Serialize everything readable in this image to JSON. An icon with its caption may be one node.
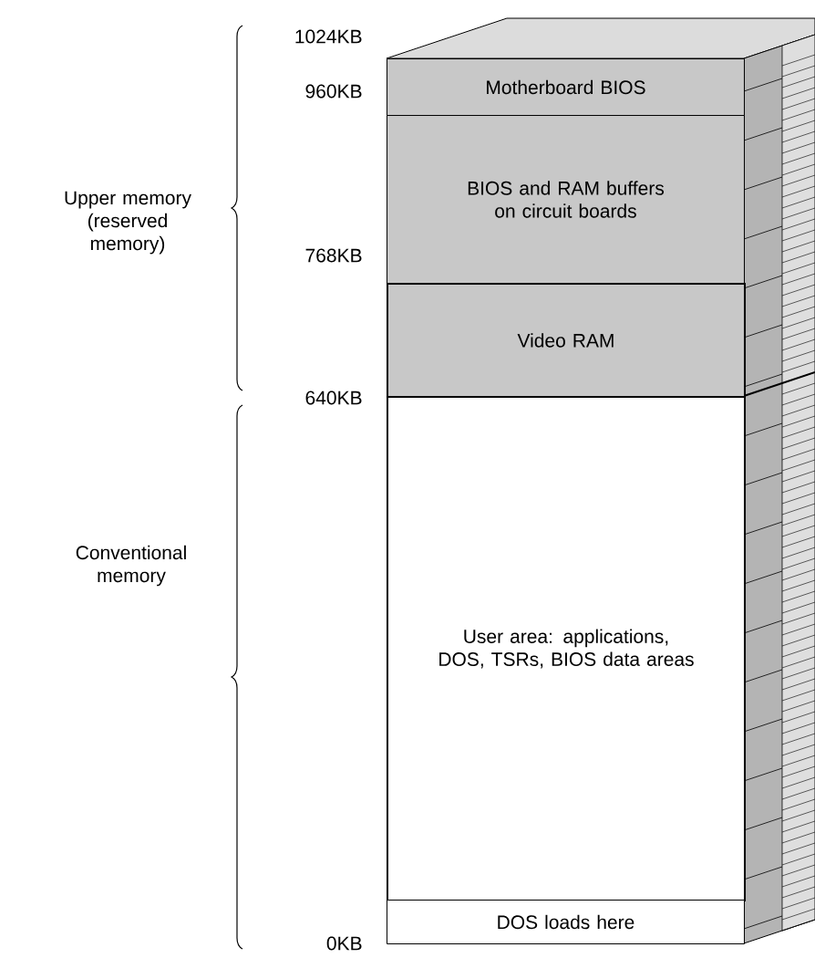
{
  "diagram": {
    "nodes": [
      {
        "text": [
          "Motherboard BIOS"
        ]
      },
      {
        "text": [
          "BIOS and RAM buffers on circuit boards"
        ]
      },
      {
        "text": [
          "Video RAM"
        ]
      },
      {
        "text": [
          "User area: applications, DOS, TSRs, BIOS data areas"
        ]
      },
      {
        "text": [
          "DOS loads here"
        ]
      }
    ],
    "labels": [
      "1024KB",
      "960KB",
      "Upper memory (reserved memory)",
      "768KB",
      "640KB",
      "Conventional memory",
      "0KB"
    ]
  }
}
